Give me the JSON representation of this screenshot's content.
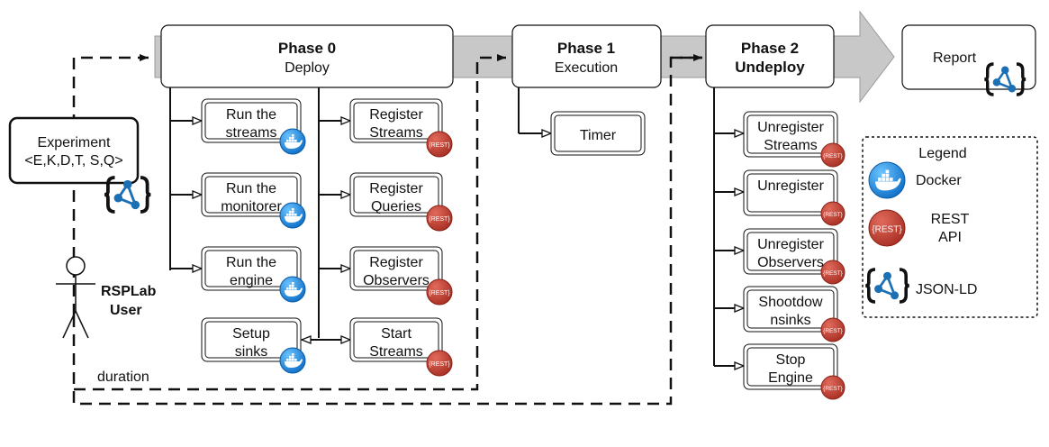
{
  "phases": {
    "phase0": {
      "title": "Phase 0",
      "subtitle": "Deploy"
    },
    "phase1": {
      "title": "Phase 1",
      "subtitle": "Execution"
    },
    "phase2": {
      "title": "Phase 2",
      "subtitle": "Undeploy"
    }
  },
  "report": {
    "label": "Report"
  },
  "experiment": {
    "line1": "Experiment",
    "line2": "<E,K,D,T, S,Q>"
  },
  "user": {
    "line1": "RSPLab",
    "line2": "User"
  },
  "duration": "duration",
  "phase0_left": [
    {
      "line1": "Run the",
      "line2": "streams"
    },
    {
      "line1": "Run the",
      "line2": "monitorer"
    },
    {
      "line1": "Run the",
      "line2": "engine"
    },
    {
      "line1": "Setup",
      "line2": "sinks"
    }
  ],
  "phase0_right": [
    {
      "line1": "Register",
      "line2": "Streams"
    },
    {
      "line1": "Register",
      "line2": "Queries"
    },
    {
      "line1": "Register",
      "line2": "Observers"
    },
    {
      "line1": "Start",
      "line2": "Streams"
    }
  ],
  "phase1_boxes": [
    {
      "label": "Timer"
    }
  ],
  "phase2_boxes": [
    {
      "line1": "Unregister",
      "line2": "Streams"
    },
    {
      "line1": "Unregister",
      "line2": ""
    },
    {
      "line1": "Unregister",
      "line2": "Observers"
    },
    {
      "line1": "Shootdow",
      "line2": "nsinks"
    },
    {
      "line1": "Stop",
      "line2": "Engine"
    }
  ],
  "legend": {
    "title": "Legend",
    "docker": "Docker",
    "rest_line1": "REST",
    "rest_line2": "API",
    "jsonld": "JSON-LD"
  },
  "badges": {
    "rest": "{REST}"
  },
  "colors": {
    "arrow_band": "#c8c8c8",
    "docker_blue": "#1a8ce0",
    "rest_red": "#c0392b",
    "jsonld_blue": "#1b6fb5"
  }
}
